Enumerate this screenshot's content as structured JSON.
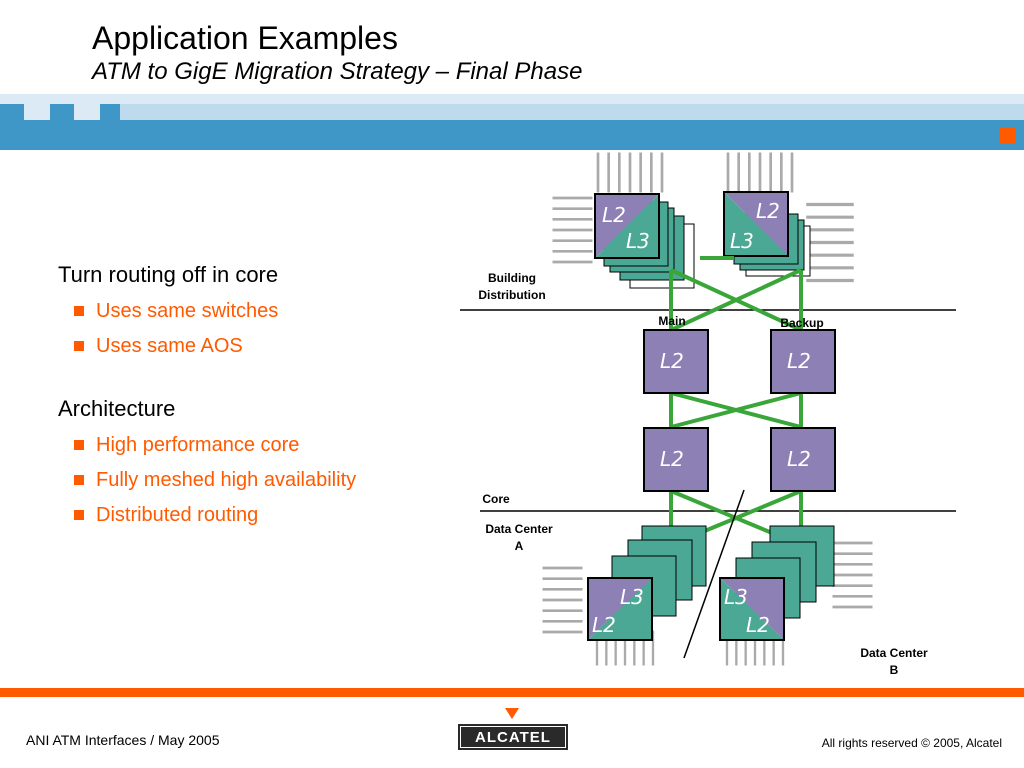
{
  "slide": {
    "title": "Application Examples",
    "subtitle": "ATM to GigE Migration Strategy – Final Phase"
  },
  "bullets": [
    {
      "text": "Turn routing off in core",
      "sub": [
        "Uses same switches",
        "Uses same AOS"
      ]
    },
    {
      "text": "Architecture",
      "sub": [
        "High performance core",
        "Fully meshed high availability",
        "Distributed routing"
      ]
    }
  ],
  "diagram": {
    "labels": {
      "building_distribution": [
        "Building",
        "Distribution"
      ],
      "main": "Main",
      "backup": "Backup",
      "core": "Core",
      "data_center_a": [
        "Data Center",
        "A"
      ],
      "data_center_b": [
        "Data Center",
        "B"
      ]
    },
    "switch_labels": {
      "l2": "L2",
      "l3": "L3"
    },
    "colors": {
      "switch_purple": "#8c80b4",
      "switch_teal": "#4aa894",
      "link_green": "#3aa63a"
    }
  },
  "footer": {
    "left": "ANI ATM Interfaces  / May 2005",
    "right": "All rights reserved © 2005, Alcatel",
    "logo": "ALCATEL"
  },
  "colors": {
    "accent_orange": "#ff5a00",
    "header_blue": "#3f97c7"
  }
}
